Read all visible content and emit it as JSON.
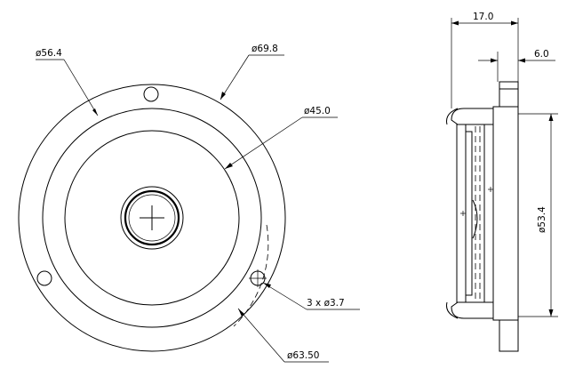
{
  "front_view": {
    "dia_outer": "ø69.8",
    "dia_flange": "ø56.4",
    "dia_inner": "ø45.0",
    "dia_bolt_circle": "ø63.50",
    "holes": "3 x ø3.7"
  },
  "side_view": {
    "depth": "17.0",
    "flange_thickness": "6.0",
    "body_diameter": "ø53.4"
  }
}
